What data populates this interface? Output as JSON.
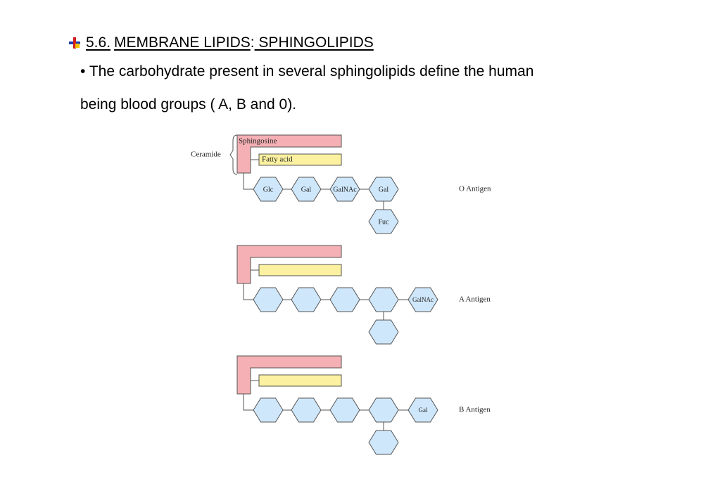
{
  "slide": {
    "section_number": "5.6.",
    "title_part1": "MEMBRANE LIPIDS",
    "title_separator": ":",
    "title_part2": " SPHINGOLIPIDS",
    "bullet_char": "•",
    "bullet_line1": "The carbohydrate present in several sphingolipids define the human",
    "bullet_line2": "being blood groups ( A, B and 0)."
  },
  "diagram": {
    "ceramide_label": "Ceramide",
    "sphingosine_label": "Sphingosine",
    "fatty_acid_label": "Fatty acid",
    "colors": {
      "sphingosine_fill": "#f4b0b4",
      "fatty_acid_fill": "#fbf1a0",
      "sugar_fill": "#cfe7fa",
      "outline": "#555555",
      "bullet_icon": [
        "#1a3fb0",
        "#d01c1c",
        "#f2c200"
      ]
    },
    "antigens": [
      {
        "name": "O Antigen",
        "chain": [
          "Glc",
          "Gal",
          "GalNAc",
          "Gal"
        ],
        "branch": "Fuc",
        "terminal": ""
      },
      {
        "name": "A Antigen",
        "chain": [
          "",
          "",
          "",
          ""
        ],
        "branch": "",
        "terminal": "GalNAc"
      },
      {
        "name": "B Antigen",
        "chain": [
          "",
          "",
          "",
          ""
        ],
        "branch": "",
        "terminal": "Gal"
      }
    ]
  }
}
